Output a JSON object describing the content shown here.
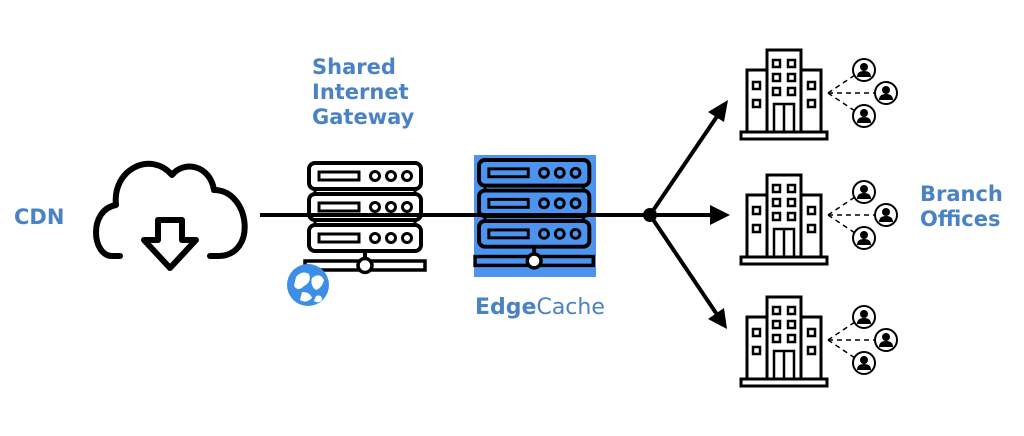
{
  "labels": {
    "cdn": "CDN",
    "gateway": [
      "Shared",
      "Internet",
      "Gateway"
    ],
    "edgecache_bold": "Edge",
    "edgecache_regular": "Cache",
    "branch": [
      "Branch",
      "Offices"
    ]
  },
  "nodes": {
    "cdn": {
      "icon": "cloud-download-icon"
    },
    "gateway": {
      "icon": "server-rack-icon",
      "badge_icon": "globe-icon",
      "badge_color": "#3d8ee6"
    },
    "edgecache": {
      "icon": "server-rack-icon",
      "highlight_color": "#4c94f0"
    },
    "branches": [
      {
        "icon": "office-building-icon",
        "users": 3
      },
      {
        "icon": "office-building-icon",
        "users": 3
      },
      {
        "icon": "office-building-icon",
        "users": 3
      }
    ]
  },
  "colors": {
    "label": "#4a82c4",
    "stroke": "#000000"
  }
}
